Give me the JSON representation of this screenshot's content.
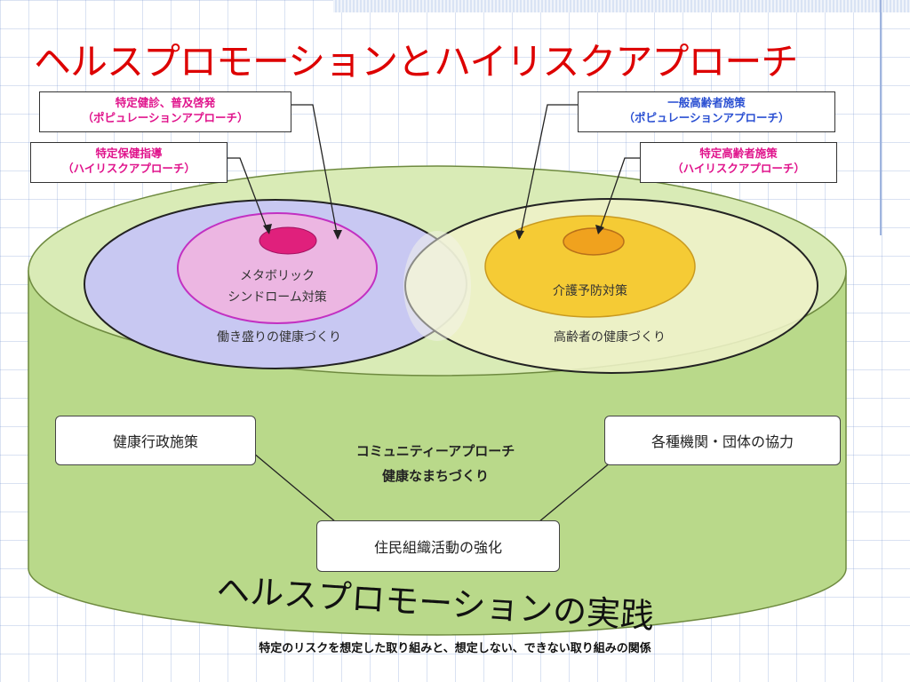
{
  "slide": {
    "title": "ヘルスプロモーションとハイリスクアプローチ"
  },
  "labels": {
    "left_population": {
      "line1": "特定健診、普及啓発",
      "line2": "（ポピュレーションアプローチ）"
    },
    "left_highrisk": {
      "line1": "特定保健指導",
      "line2": "（ハイリスクアプローチ）"
    },
    "right_population": {
      "line1": "一般高齢者施策",
      "line2": "（ポピュレーションアプローチ）"
    },
    "right_highrisk": {
      "line1": "特定高齢者施策",
      "line2": "（ハイリスクアプローチ）"
    }
  },
  "circles": {
    "left_inner_line1": "メタボリック",
    "left_inner_line2": "シンドローム対策",
    "left_outer": "働き盛りの健康づくり",
    "right_inner": "介護予防対策",
    "right_outer": "高齢者の健康づくり"
  },
  "boxes": {
    "admin": "健康行政施策",
    "orgs": "各種機関・団体の協力",
    "residents": "住民組織活動の強化"
  },
  "center": {
    "line1": "コミュニティーアプローチ",
    "line2": "健康なまちづくり"
  },
  "practice_title": "ヘルスプロモーションの実践",
  "caption": "特定のリスクを想定した取り組みと、想定しない、できない取り組みの関係",
  "colors": {
    "title": "#dd0000",
    "cylinder": "#b9d98a",
    "left_circle": "#c8c8f2",
    "right_circle": "#eef1c8",
    "metabolic": "#ecb6e2",
    "metabolic_core": "#e0207c",
    "care": "#f5cb35",
    "care_core": "#f0a21e",
    "label_pink": "#e0148c",
    "label_blue": "#2a4fd2"
  }
}
